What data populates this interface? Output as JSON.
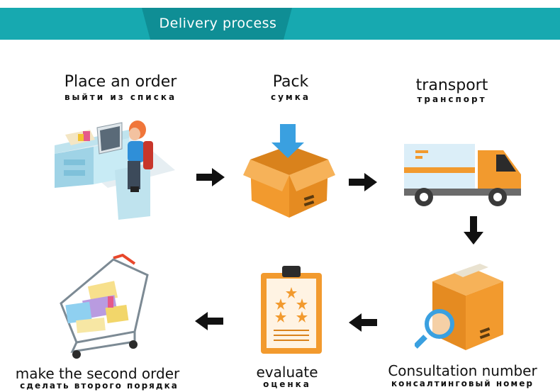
{
  "header": {
    "title": "Delivery process"
  },
  "colors": {
    "teal": "#17a9b0",
    "orange": "#f29a2e",
    "dark_orange": "#d97a12",
    "blue": "#3aa0e0",
    "arrow": "#111111"
  },
  "steps": [
    {
      "title": "Place an order",
      "subtitle": "выйти из списка",
      "icon": "office-worker-icon"
    },
    {
      "title": "Pack",
      "subtitle": "сумка",
      "icon": "package-box-icon"
    },
    {
      "title": "transport",
      "subtitle": "транспорт",
      "icon": "delivery-truck-icon"
    },
    {
      "title": "Consultation number",
      "subtitle": "консалтинговый номер",
      "icon": "box-magnifier-icon"
    },
    {
      "title": "evaluate",
      "subtitle": "оценка",
      "icon": "rating-clipboard-icon"
    },
    {
      "title": "make the second order",
      "subtitle": "сделать второго порядка",
      "icon": "shopping-cart-icon"
    }
  ]
}
